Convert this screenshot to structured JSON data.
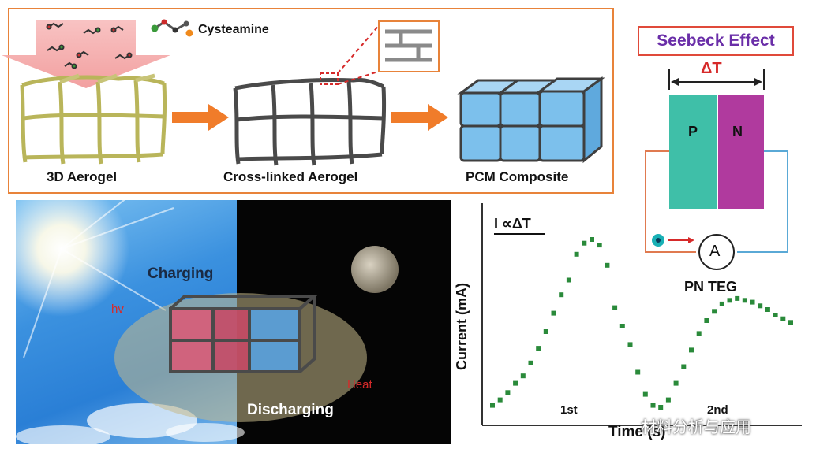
{
  "top_panel": {
    "chemical_label": "Cysteamine",
    "stages": [
      "3D Aerogel",
      "Cross-linked Aerogel",
      "PCM Composite"
    ]
  },
  "seebeck": {
    "title": "Seebeck Effect",
    "delta_label": "ΔT",
    "p_label": "P",
    "n_label": "N",
    "meter_label": "A",
    "device_label": "PN TEG",
    "colors": {
      "p": "#3fbfa8",
      "n": "#b03a9e",
      "wire_left": "#e07a50",
      "wire_right": "#5aa9d6"
    }
  },
  "scene": {
    "charging": "Charging",
    "discharging": "Discharging",
    "hv": "hv",
    "heat": "Heat"
  },
  "plot": {
    "equation": "I ∝ΔT",
    "ylabel": "Current (mA)",
    "xlabel": "Time (s)",
    "cycle_labels": [
      "1st",
      "2nd"
    ]
  },
  "watermark": "材料分析与应用",
  "chart_data": {
    "type": "scatter",
    "xlabel": "Time (s)",
    "ylabel": "Current (mA)",
    "grid": false,
    "series": [
      {
        "x": [
          1,
          2,
          3,
          4,
          5,
          6,
          7,
          8,
          9,
          10,
          11,
          12,
          13,
          14,
          15,
          16,
          17,
          18,
          19,
          20,
          21,
          22,
          23,
          24,
          25,
          26,
          27,
          28,
          29,
          30,
          31,
          32,
          33,
          34,
          35,
          36,
          37,
          38,
          39,
          40
        ],
        "y": [
          0.04,
          0.07,
          0.11,
          0.16,
          0.2,
          0.27,
          0.35,
          0.44,
          0.54,
          0.64,
          0.72,
          0.86,
          0.92,
          0.94,
          0.91,
          0.8,
          0.57,
          0.47,
          0.37,
          0.22,
          0.1,
          0.04,
          0.03,
          0.07,
          0.16,
          0.25,
          0.34,
          0.43,
          0.5,
          0.55,
          0.59,
          0.61,
          0.62,
          0.61,
          0.6,
          0.58,
          0.56,
          0.53,
          0.51,
          0.49
        ]
      }
    ]
  }
}
